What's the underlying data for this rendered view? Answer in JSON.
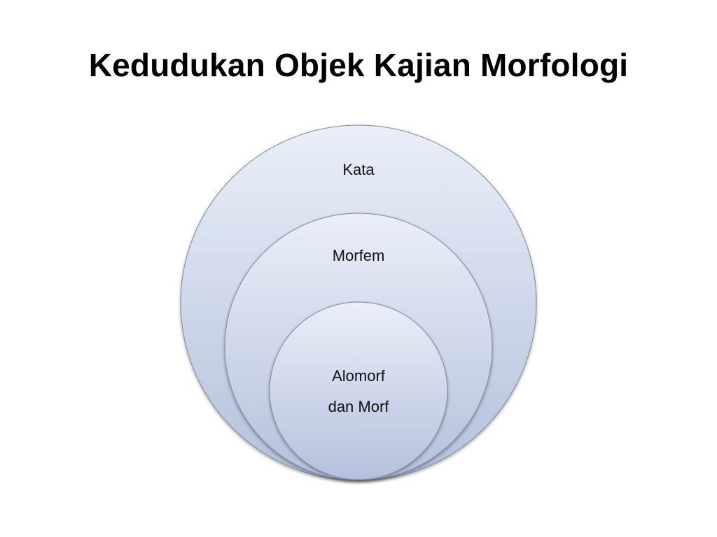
{
  "slide": {
    "title": "Kedudukan Objek Kajian Morfologi"
  },
  "diagram": {
    "circles": [
      {
        "label_lines": [
          "Kata"
        ]
      },
      {
        "label_lines": [
          "Morfem"
        ]
      },
      {
        "label_lines": [
          "Alomorf",
          "dan Morf"
        ]
      }
    ]
  },
  "colors": {
    "circle_top": "#eaeff8",
    "circle_bottom": "#b4c0dc",
    "circle_stroke": "#7f8797"
  }
}
